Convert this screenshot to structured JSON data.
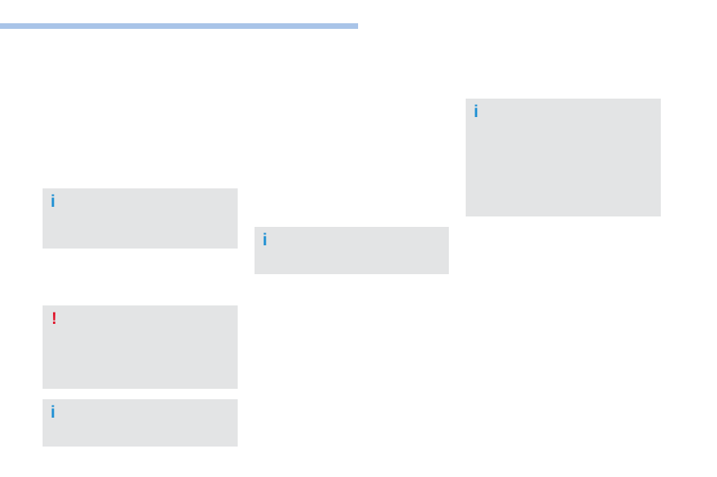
{
  "theme": {
    "header_rule_color": "#a9c4e8",
    "box_background": "#e3e4e5",
    "info_color": "#1d8fd3",
    "warning_color": "#e0182e"
  },
  "notes": [
    {
      "kind": "info",
      "icon": "info-icon",
      "glyph": "i",
      "text": ""
    },
    {
      "kind": "warning",
      "icon": "warning-icon",
      "glyph": "!",
      "text": ""
    },
    {
      "kind": "info",
      "icon": "info-icon",
      "glyph": "i",
      "text": ""
    },
    {
      "kind": "info",
      "icon": "info-icon",
      "glyph": "i",
      "text": ""
    },
    {
      "kind": "info",
      "icon": "info-icon",
      "glyph": "i",
      "text": ""
    }
  ]
}
